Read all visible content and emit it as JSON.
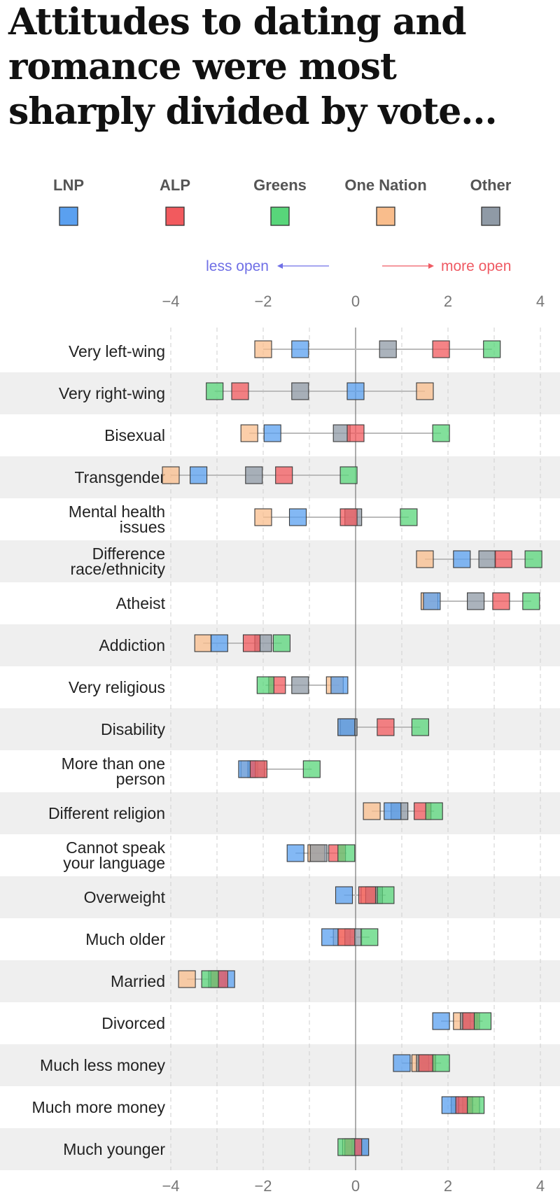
{
  "title": "Attitudes to dating and romance were most sharply divided by vote...",
  "direction": {
    "less": "less open",
    "more": "more open"
  },
  "colors": {
    "LNP": "#5aa0f0",
    "ALP": "#f25a5e",
    "Greens": "#58d67a",
    "One Nation": "#f9bd8c",
    "Other": "#8f9aa6"
  },
  "chart_data": {
    "type": "scatter",
    "title": "Attitudes to dating and romance were most sharply divided by vote...",
    "xlim": [
      -4,
      4
    ],
    "xticks": [
      -4,
      -2,
      0,
      2,
      4
    ],
    "grid": true,
    "legend_position": "top",
    "series_names": [
      "LNP",
      "ALP",
      "Greens",
      "One Nation",
      "Other"
    ],
    "categories": [
      {
        "label": [
          "Very left-wing"
        ],
        "values": {
          "LNP": -1.2,
          "ALP": 1.85,
          "Greens": 2.95,
          "One Nation": -2.0,
          "Other": 0.7
        }
      },
      {
        "label": [
          "Very right-wing"
        ],
        "values": {
          "LNP": 0.0,
          "ALP": -2.5,
          "Greens": -3.05,
          "One Nation": 1.5,
          "Other": -1.2
        }
      },
      {
        "label": [
          "Bisexual"
        ],
        "values": {
          "LNP": -1.8,
          "ALP": 0.0,
          "Greens": 1.85,
          "One Nation": -2.3,
          "Other": -0.3
        }
      },
      {
        "label": [
          "Transgender"
        ],
        "values": {
          "LNP": -3.4,
          "ALP": -1.55,
          "Greens": -0.15,
          "One Nation": -4.0,
          "Other": -2.2
        }
      },
      {
        "label": [
          "Mental health",
          "issues"
        ],
        "values": {
          "LNP": -1.25,
          "ALP": -0.15,
          "Greens": 1.15,
          "One Nation": -2.0,
          "Other": -0.05
        }
      },
      {
        "label": [
          "Difference",
          "race/ethnicity"
        ],
        "values": {
          "LNP": 2.3,
          "ALP": 3.2,
          "Greens": 3.85,
          "One Nation": 1.5,
          "Other": 2.85
        }
      },
      {
        "label": [
          "Atheist"
        ],
        "values": {
          "LNP": 1.65,
          "ALP": 3.15,
          "Greens": 3.8,
          "One Nation": 1.6,
          "Other": 2.6
        }
      },
      {
        "label": [
          "Addiction"
        ],
        "values": {
          "LNP": -2.95,
          "ALP": -2.25,
          "Greens": -1.6,
          "One Nation": -3.3,
          "Other": -2.0
        }
      },
      {
        "label": [
          "Very religious"
        ],
        "values": {
          "LNP": -0.35,
          "ALP": -1.7,
          "Greens": -1.95,
          "One Nation": -0.45,
          "Other": -1.2
        }
      },
      {
        "label": [
          "Disability"
        ],
        "values": {
          "LNP": -0.2,
          "ALP": 0.65,
          "Greens": 1.4,
          "One Nation": -0.2,
          "Other": -0.15
        }
      },
      {
        "label": [
          "More than one",
          "person"
        ],
        "values": {
          "LNP": -2.35,
          "ALP": -2.1,
          "Greens": -0.95,
          "One Nation": -2.3,
          "Other": -2.15
        }
      },
      {
        "label": [
          "Different religion"
        ],
        "values": {
          "LNP": 0.8,
          "ALP": 1.45,
          "Greens": 1.7,
          "One Nation": 0.35,
          "Other": 0.95
        }
      },
      {
        "label": [
          "Cannot speak",
          "your language"
        ],
        "values": {
          "LNP": -1.3,
          "ALP": -0.4,
          "Greens": -0.2,
          "One Nation": -0.85,
          "Other": -0.8
        }
      },
      {
        "label": [
          "Overweight"
        ],
        "values": {
          "LNP": -0.25,
          "ALP": 0.25,
          "Greens": 0.65,
          "One Nation": 0.3,
          "Other": 0.4
        }
      },
      {
        "label": [
          "Much older"
        ],
        "values": {
          "LNP": -0.55,
          "ALP": -0.2,
          "Greens": 0.3,
          "One Nation": -0.3,
          "Other": -0.05
        }
      },
      {
        "label": [
          "Married"
        ],
        "values": {
          "LNP": -2.8,
          "ALP": -2.95,
          "Greens": -3.15,
          "One Nation": -3.65,
          "Other": -3.0
        }
      },
      {
        "label": [
          "Divorced"
        ],
        "values": {
          "LNP": 1.85,
          "ALP": 2.5,
          "Greens": 2.75,
          "One Nation": 2.3,
          "Other": 2.45
        }
      },
      {
        "label": [
          "Much less money"
        ],
        "values": {
          "LNP": 1.0,
          "ALP": 1.55,
          "Greens": 1.85,
          "One Nation": 1.4,
          "Other": 1.5
        }
      },
      {
        "label": [
          "Much more money"
        ],
        "values": {
          "LNP": 2.05,
          "ALP": 2.35,
          "Greens": 2.6,
          "One Nation": 2.5,
          "Other": 2.25
        }
      },
      {
        "label": [
          "Much younger"
        ],
        "values": {
          "LNP": 0.1,
          "ALP": -0.05,
          "Greens": -0.2,
          "One Nation": -0.1,
          "Other": 0.1
        }
      }
    ]
  }
}
